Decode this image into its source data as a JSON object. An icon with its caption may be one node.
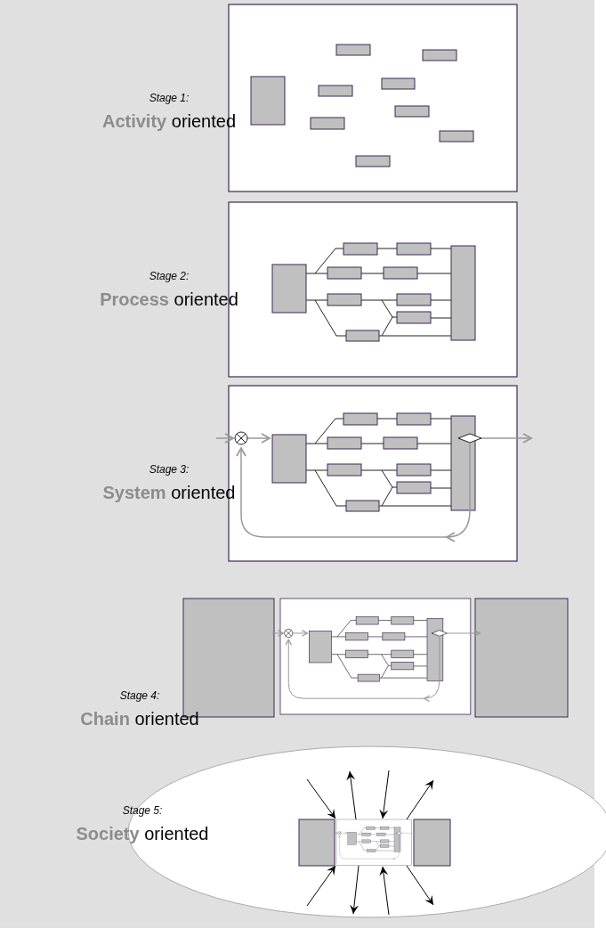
{
  "diagram": {
    "labels": [
      "Stage 1:",
      "**Activity** oriented",
      "Stage 2:",
      "**Process** oriented",
      "Stage 3:",
      "**System** oriented",
      "Stage 4:",
      "**Chain** oriented",
      "Stage 5:",
      "**Society** oriented"
    ]
  }
}
